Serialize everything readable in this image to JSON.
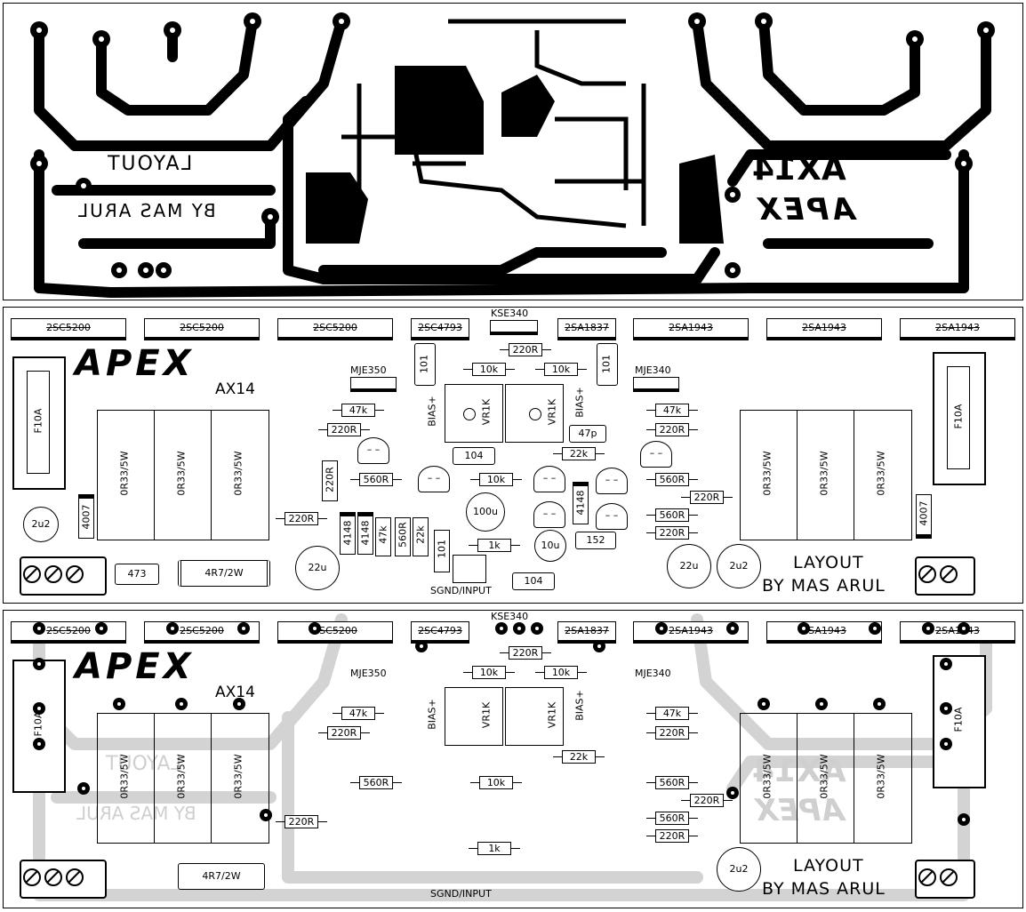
{
  "copper_layer": {
    "layout_label": "LAYOUT",
    "author_label": "BY MAS ARUL",
    "model_label": "AX14",
    "brand_label": "APEX"
  },
  "component_layer": {
    "brand": "APEX",
    "model": "AX14",
    "footer_line1": "LAYOUT",
    "footer_line2": "BY MAS ARUL",
    "transistors_top": [
      "2SC5200",
      "2SC5200",
      "2SC5200",
      "2SC4793",
      "2SA1837",
      "2SA1943",
      "2SA1943",
      "2SA1943"
    ],
    "driver_top": "KSE340",
    "mje_left": "MJE350",
    "mje_right": "MJE340",
    "fuse": "F10A",
    "emitter_res": "0R33/5W",
    "diode_4007": "4007",
    "cap_2u2": "2u2",
    "cap_22u": "22u",
    "cap_100u": "100u",
    "cap_10u": "10u",
    "cap_473": "473",
    "cap_47p": "47p",
    "cap_104": "104",
    "cap_152": "152",
    "cap_101": "101",
    "res_4r7": "4R7/2W",
    "res_220r": "220R",
    "res_47k": "47k",
    "res_10k": "10k",
    "res_22k": "22k",
    "res_560r": "560R",
    "res_1k": "1k",
    "diode_4148": "4148",
    "trim": "VR1K",
    "bias": "BIAS+",
    "input": "SGND/INPUT",
    "plus": "+"
  }
}
